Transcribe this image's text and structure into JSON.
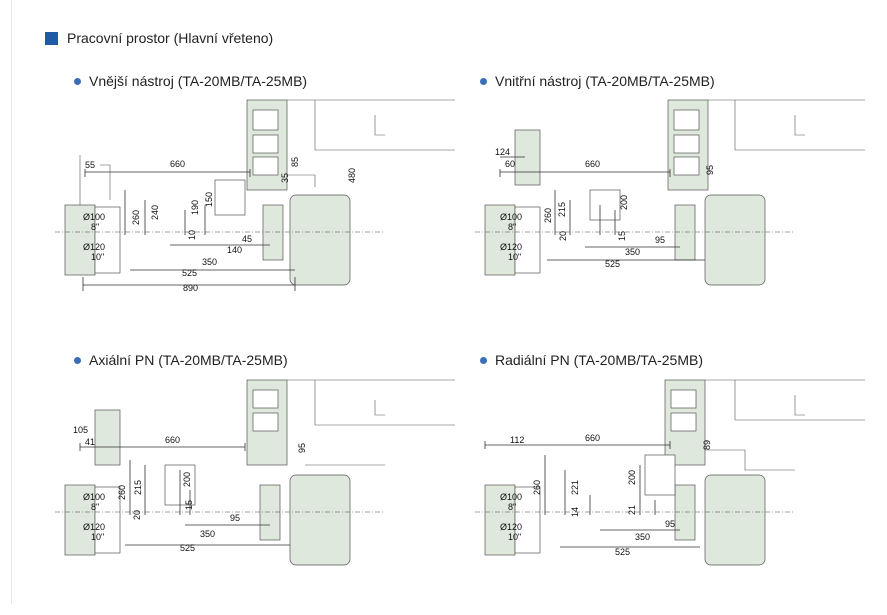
{
  "header": {
    "title": "Pracovní prostor  (Hlavní vřeteno)"
  },
  "sections": [
    {
      "title": "Vnější nástroj (TA-20MB/TA-25MB)",
      "dims": {
        "d55": "55",
        "d660": "660",
        "d35": "35",
        "d85": "85",
        "d480": "480",
        "d260": "260",
        "d240": "240",
        "d190": "190",
        "d150": "150",
        "d10": "10",
        "d45": "45",
        "d140": "140",
        "d350": "350",
        "d525": "525",
        "d890": "890",
        "c1a": "Ø100",
        "c1b": "8\"",
        "c2a": "Ø120",
        "c2b": "10\""
      }
    },
    {
      "title": "Vnitřní nástroj (TA-20MB/TA-25MB)",
      "dims": {
        "d124": "124",
        "d60": "60",
        "d660": "660",
        "d95a": "95",
        "d260": "260",
        "d215": "215",
        "d200": "200",
        "d20": "20",
        "d15": "15",
        "d350": "350",
        "d95b": "95",
        "d525": "525",
        "c1a": "Ø100",
        "c1b": "8\"",
        "c2a": "Ø120",
        "c2b": "10\""
      }
    },
    {
      "title": "Axiální PN (TA-20MB/TA-25MB)",
      "dims": {
        "d105": "105",
        "d41": "41",
        "d660": "660",
        "d95a": "95",
        "d260": "260",
        "d215": "215",
        "d200": "200",
        "d20": "20",
        "d15": "15",
        "d95b": "95",
        "d350": "350",
        "d525": "525",
        "c1a": "Ø100",
        "c1b": "8\"",
        "c2a": "Ø120",
        "c2b": "10\""
      }
    },
    {
      "title": "Radiální PN (TA-20MB/TA-25MB)",
      "dims": {
        "d112": "112",
        "d660": "660",
        "d89": "89",
        "d260": "260",
        "d221": "221",
        "d200": "200",
        "d14": "14",
        "d21": "21",
        "d95": "95",
        "d350": "350",
        "d525": "525",
        "c1a": "Ø100",
        "c1b": "8\"",
        "c2a": "Ø120",
        "c2b": "10\""
      }
    }
  ]
}
